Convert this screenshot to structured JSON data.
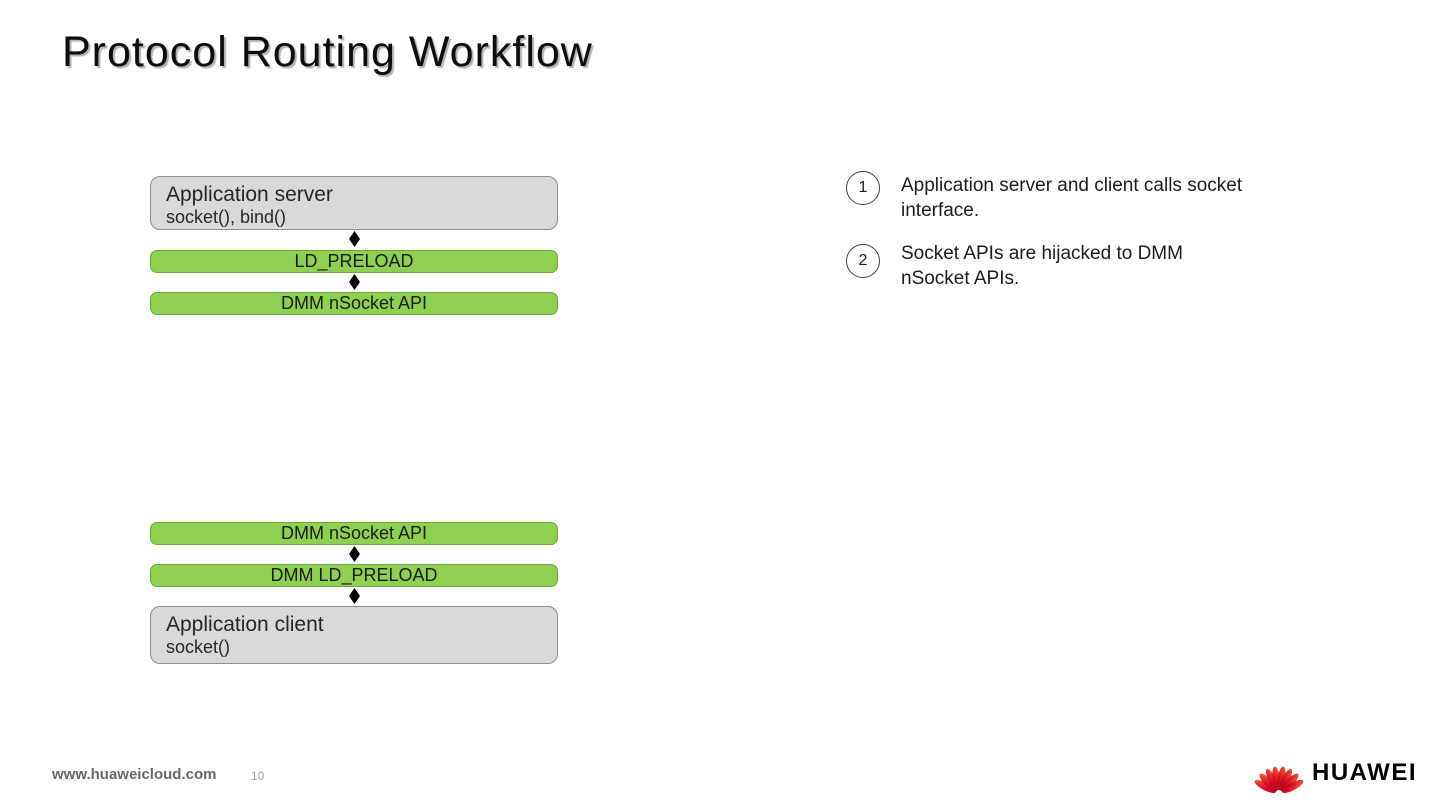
{
  "slide": {
    "title": "Protocol Routing Workflow",
    "footer": {
      "url": "www.huaweicloud.com",
      "page_number": "10"
    },
    "logo_text": "HUAWEI"
  },
  "diagram": {
    "server_stack": {
      "box_title": "Application server",
      "box_subtitle": "socket(), bind()",
      "bar1": "LD_PRELOAD",
      "bar2": "DMM nSocket API"
    },
    "client_stack": {
      "bar1": "DMM nSocket API",
      "bar2": "DMM LD_PRELOAD",
      "box_title": "Application client",
      "box_subtitle": "socket()"
    }
  },
  "notes": [
    {
      "number": "1",
      "text": "Application server and client calls socket interface."
    },
    {
      "number": "2",
      "text": "Socket APIs are hijacked to DMM nSocket APIs."
    }
  ],
  "colors": {
    "bar_fill": "#8ed052",
    "bar_border": "#70a83a",
    "box_fill": "#d9d9d9",
    "box_border": "#8f8f8f",
    "huawei_red": "#d40b22",
    "title_text": "#0d0d0d"
  }
}
